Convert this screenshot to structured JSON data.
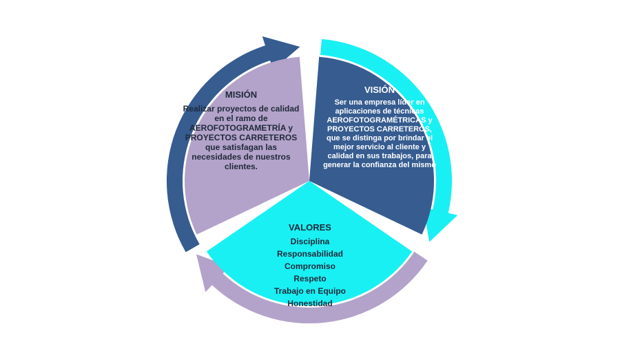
{
  "colors": {
    "mision_fill": "#b3a2c9",
    "mision_arrow": "#365c90",
    "vision_fill": "#365c90",
    "vision_arrow": "#19f0f3",
    "valores_fill": "#19f0f3",
    "valores_arrow": "#b3a2c9"
  },
  "mision": {
    "title": "MISIÓN",
    "text": "Realizar proyectos de calidad en el ramo de AEROFOTOGRAMETRÍA y PROYECTOS CARRETEROS que satisfagan las necesidades de nuestros clientes."
  },
  "vision": {
    "title": "VISIÓN",
    "text": "Ser una empresa líder en aplicaciones de técnicas AEROFOTOGRAMÉTRICAS y PROYECTOS CARRETEROS, que se distinga por brindar el mejor servicio al cliente y calidad en sus trabajos, para generar la confianza del mismo"
  },
  "valores": {
    "title": "VALORES",
    "items": [
      "Disciplina",
      "Responsabilidad",
      "Compromiso",
      "Respeto",
      "Trabajo en Equipo",
      "Honestidad"
    ]
  }
}
